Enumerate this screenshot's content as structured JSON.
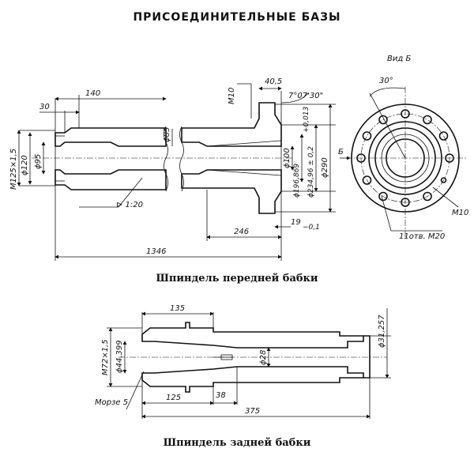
{
  "title": "ПРИСОЕДИНИТЕЛЬНЫЕ БАЗЫ",
  "front_spindle": {
    "caption": "Шпиндель передней бабки",
    "dims": {
      "d140": "140",
      "d30": "30",
      "m125": "M125×1,5",
      "dia120": "ϕ120",
      "dia95": "ϕ95",
      "dia85": "ϕ85",
      "taper": "⊳ 1:20",
      "m10": "M10",
      "d40_5": "40,5",
      "angle": "7°07'30\"",
      "dia100": "ϕ100",
      "dia196": "ϕ196,869",
      "tol196": "+0,013",
      "dia234": "ϕ234,96 ± 0,2",
      "dia290": "ϕ290",
      "d19": "19",
      "tol19": "−0,1",
      "d246": "246",
      "d1346": "1346"
    }
  },
  "view_b": {
    "label": "Вид  Б",
    "angle": "30°",
    "m10": "M10",
    "holes": "11отв. M20",
    "letter": "Б"
  },
  "rear_spindle": {
    "caption": "Шпиндель задней бабки",
    "dims": {
      "d135": "135",
      "m72": "M72×1,5",
      "dia44": "ϕ44,399",
      "dia28": "ϕ28",
      "dia31": "ϕ31,257",
      "morse": "Морзе 5",
      "d125": "125",
      "d38": "38",
      "d375": "375"
    }
  }
}
